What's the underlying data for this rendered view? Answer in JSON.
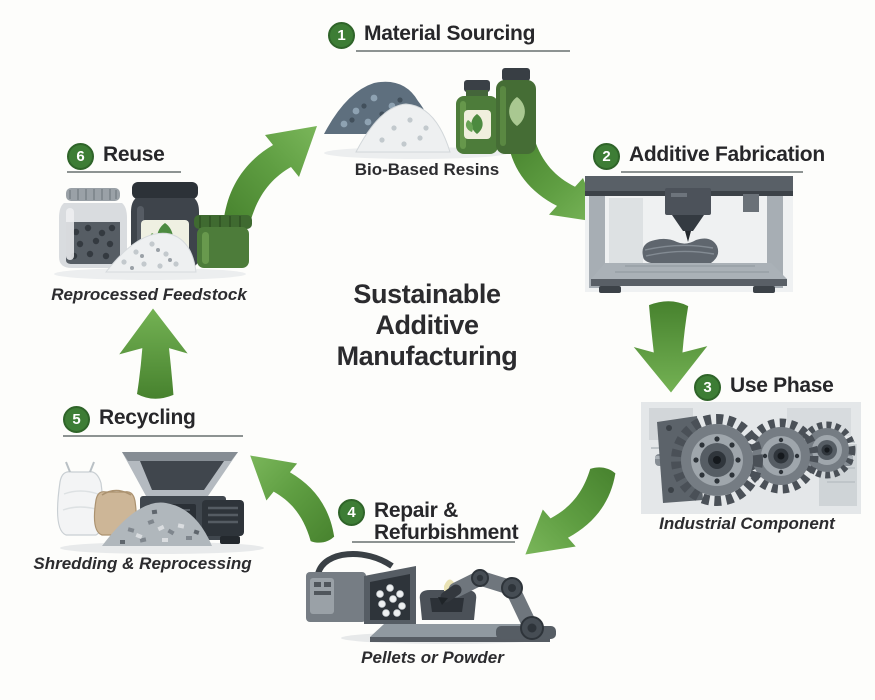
{
  "page": {
    "background": "#fdfdfb",
    "type": "circular-lifecycle-diagram"
  },
  "center": {
    "title_lines": [
      "Sustainable",
      "Additive",
      "Manufacturing"
    ]
  },
  "stages": [
    {
      "number": "1",
      "label": "Material Sourcing",
      "caption": "Bio-Based Resins"
    },
    {
      "number": "2",
      "label": "Additive Fabrication"
    },
    {
      "number": "3",
      "label": "Use Phase",
      "caption": "Industrial Component"
    },
    {
      "number": "4",
      "label": "Repair &",
      "label2": "Refurbishment",
      "caption": "Pellets or Powder"
    },
    {
      "number": "5",
      "label": "Recycling",
      "caption": "Shredding & Reprocessing"
    },
    {
      "number": "6",
      "label": "Reuse",
      "caption": "Reprocessed Feedstock"
    }
  ],
  "arrows": [
    {
      "name": "arrow-6-reuse-to-1-material-sourcing",
      "direction": "up-right",
      "style": "curved"
    },
    {
      "name": "arrow-1-material-sourcing-to-2-additive-fabrication",
      "direction": "down-right",
      "style": "curved"
    },
    {
      "name": "arrow-2-additive-fabrication-to-3-use-phase",
      "direction": "down",
      "style": "block"
    },
    {
      "name": "arrow-3-use-phase-to-4-repair",
      "direction": "down-left",
      "style": "curved"
    },
    {
      "name": "arrow-4-repair-to-5-recycling",
      "direction": "up-left",
      "style": "curved"
    },
    {
      "name": "arrow-5-recycling-to-6-reuse",
      "direction": "up",
      "style": "block"
    }
  ],
  "icons": {
    "stage1_illustration": "resin-pellet-piles-and-green-bottles",
    "stage2_illustration": "3d-printer",
    "stage3_illustration": "industrial-gears",
    "stage4_illustration": "robotic-arm-repair",
    "stage5_illustration": "shredder-machine-with-sacks",
    "stage6_illustration": "feedstock-jars-and-powder"
  },
  "colors": {
    "arrow_green_dark": "#47822e",
    "arrow_green": "#5f9e42",
    "arrow_green_light": "#7ab65a",
    "badge_green": "#3d7d35",
    "heading_text": "#27272a",
    "underline_gray": "#8d9392",
    "machine_gray_dark": "#3c4248",
    "machine_gray": "#767d84",
    "bottle_green": "#4d7c3a"
  }
}
